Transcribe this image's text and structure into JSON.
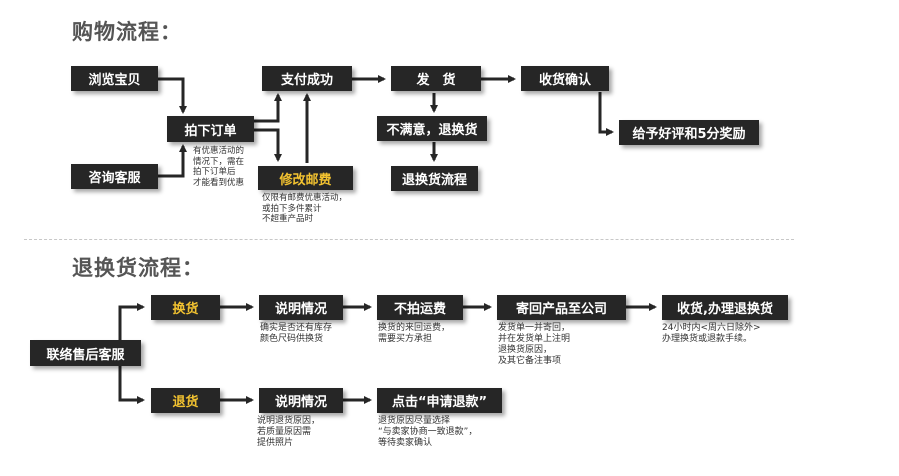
{
  "colors": {
    "box_bg": "#262626",
    "box_text": "#ffffff",
    "highlight_text": "#f2c230",
    "title_text": "#555555"
  },
  "shopping": {
    "title": "购物流程：",
    "nodes": {
      "browse": "浏览宝贝",
      "consult": "咨询客服",
      "order": "拍下订单",
      "pay": "支付成功",
      "ship": "发　货",
      "receive": "收货确认",
      "rate": "给予好评和5分奖励",
      "unsatisfied": "不满意，退换货",
      "return_process": "退换货流程",
      "modify_postage": "修改邮费"
    },
    "notes": {
      "discount": "有优惠活动的\n情况下，需在\n拍下订单后\n才能看到优惠",
      "postage": "仅限有邮费优惠活动，\n或拍下多件累计\n不超重产品时"
    }
  },
  "returns": {
    "title": "退换货流程：",
    "nodes": {
      "contact": "联络售后客服",
      "exchange": "换货",
      "explain1": "说明情况",
      "no_shot": "不拍运费",
      "send_back": "寄回产品至公司",
      "receive_process": "收货,办理退换货",
      "refund": "退货",
      "explain2": "说明情况",
      "click_apply": "点击“申请退款”"
    },
    "notes": {
      "explain1": "确实是否还有库存\n颜色尺码供换货",
      "no_shot": "换货的来回运费，\n需要买方承担",
      "send_back": "发货单一并寄回，\n并在发货单上注明\n退换货原因，\n及其它备注事项",
      "receive_process": "24小时内<周六日除外>\n办理换货或退款手续。",
      "explain2": "说明退货原因，\n若质量原因需\n提供照片",
      "click_apply": "退货原因尽量选择\n“与卖家协商一致退款”，\n等待卖家确认"
    }
  }
}
